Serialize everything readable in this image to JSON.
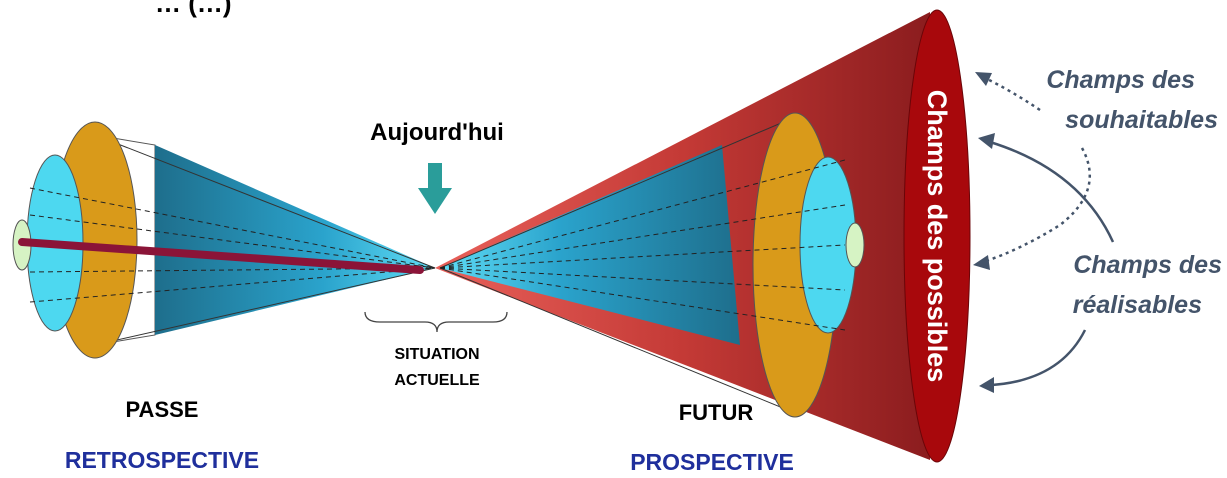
{
  "header": {
    "partial_title": "… (…)"
  },
  "labels": {
    "today": "Aujourd'hui",
    "situation_line1": "SITUATION",
    "situation_line2": "ACTUELLE",
    "past": "PASSE",
    "future": "FUTUR",
    "retrospective": "RETROSPECTIVE",
    "prospective": "PROSPECTIVE",
    "possibles": "Champs des possibles",
    "souhaitables_line1": "Champs des",
    "souhaitables_line2": "souhaitables",
    "realisables_line1": "Champs des",
    "realisables_line2": "réalisables"
  },
  "colors": {
    "cyan": "#4dd8f0",
    "gold": "#d99a1a",
    "dark_teal": "#1e6e8c",
    "red": "#b3262a",
    "dark_red": "#8b0a0e",
    "arrow_teal": "#2a9d9a",
    "field_text": "#44546a",
    "blue_text": "#1f2f9c"
  }
}
